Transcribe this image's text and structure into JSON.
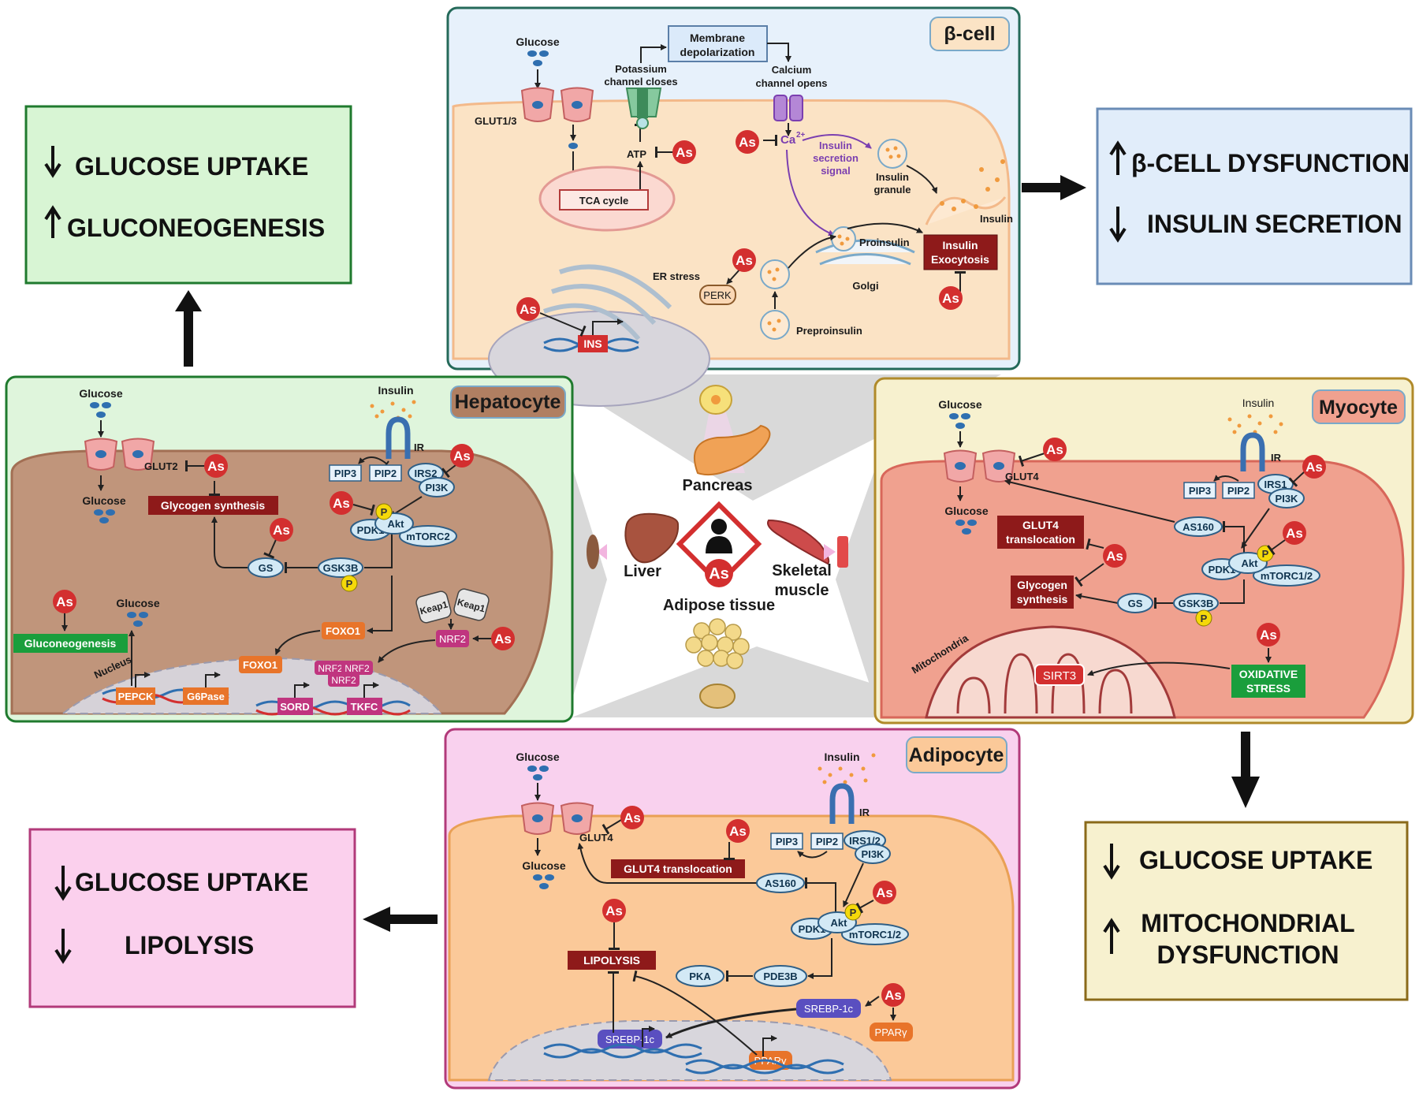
{
  "outcomes": {
    "liver": [
      "GLUCOSE UPTAKE",
      "GLUCONEOGENESIS"
    ],
    "beta": [
      "β-CELL DYSFUNCTION",
      "INSULIN SECRETION"
    ],
    "adipose": [
      "GLUCOSE UPTAKE",
      "LIPOLYSIS"
    ],
    "muscle": [
      "GLUCOSE UPTAKE",
      "MITOCHONDRIAL",
      "DYSFUNCTION"
    ]
  },
  "center": {
    "pancreas": "Pancreas",
    "liver": "Liver",
    "skeletal_muscle": [
      "Skeletal",
      "muscle"
    ],
    "adipose": "Adipose tissue",
    "as": "As"
  },
  "beta_cell": {
    "title": "β-cell",
    "glucose": "Glucose",
    "glut": "GLUT1/3",
    "membrane_depolarization": [
      "Membrane",
      "depolarization"
    ],
    "potassium": [
      "Potassium",
      "channel closes"
    ],
    "calcium": [
      "Calcium",
      "channel opens"
    ],
    "atp": "ATP",
    "ca": "Ca",
    "ca_sup": "2+",
    "insulin_signal": [
      "Insulin",
      "secretion",
      "signal"
    ],
    "insulin_granule": [
      "Insulin",
      "granule"
    ],
    "tca": "TCA cycle",
    "insulin": "Insulin",
    "proinsulin": "Proinsulin",
    "exocytosis": [
      "Insulin",
      "Exocytosis"
    ],
    "er_stress": "ER stress",
    "perk": "PERK",
    "golgi": "Golgi",
    "ins": "INS",
    "preproinsulin": "Preproinsulin"
  },
  "hepatocyte": {
    "title": "Hepatocyte",
    "glucose_top": "Glucose",
    "insulin": "Insulin",
    "ir": "IR",
    "glut2": "GLUT2",
    "glucose_in": "Glucose",
    "glycogen_synthesis": "Glycogen synthesis",
    "pip3": "PIP3",
    "pip2": "PIP2",
    "irs2": "IRS2",
    "pi3k": "PI3K",
    "pdk1": "PDK1",
    "akt": "Akt",
    "mtorc2": "mTORC2",
    "p": "P",
    "gs": "GS",
    "gsk3b": "GSK3B",
    "glucose_low": "Glucose",
    "gluconeogenesis": "Gluconeogenesis",
    "foxo1": "FOXO1",
    "keap1": "Keap1",
    "nrf2": "NRF2",
    "nucleus": "Nucleus",
    "pepck": "PEPCK",
    "g6pase": "G6Pase",
    "sord": "SORD",
    "tkfc": "TKFC"
  },
  "myocyte": {
    "title": "Myocyte",
    "glucose_top": "Glucose",
    "insulin": "Insulin",
    "ir": "IR",
    "glut4": "GLUT4",
    "glucose_in": "Glucose",
    "pip3": "PIP3",
    "pip2": "PIP2",
    "irs1": "IRS1",
    "pi3k": "PI3K",
    "as160": "AS160",
    "glut4_translocation": [
      "GLUT4",
      "translocation"
    ],
    "glycogen_synthesis": [
      "Glycogen",
      "synthesis"
    ],
    "pdk1": "PDK1",
    "akt": "Akt",
    "mtorc": "mTORC1/2",
    "p": "P",
    "gs": "GS",
    "gsk3b": "GSK3B",
    "mitochondria": "Mitochondria",
    "sirt3": "SIRT3",
    "oxidative_stress": [
      "OXIDATIVE",
      "STRESS"
    ]
  },
  "adipocyte": {
    "title": "Adipocyte",
    "glucose_top": "Glucose",
    "insulin": "Insulin",
    "ir": "IR",
    "glut4": "GLUT4",
    "glucose_in": "Glucose",
    "glut4_translocation": "GLUT4 translocation",
    "pip3": "PIP3",
    "pip2": "PIP2",
    "irs": "IRS1/2",
    "pi3k": "PI3K",
    "as160": "AS160",
    "pdk1": "PDK1",
    "akt": "Akt",
    "mtorc": "mTORC1/2",
    "p": "P",
    "lipolysis": "LIPOLYSIS",
    "pka": "PKA",
    "pde3b": "PDE3B",
    "srebp": "SREBP-1c",
    "ppar": "PPARγ"
  },
  "colors": {
    "as_red": "#d32f2f",
    "dark_red": "#8e1a1a",
    "oval_blue": "#d3e9f5",
    "orange_box": "#e8742a",
    "magenta_box": "#c0357f",
    "green_box": "#1a9e3c"
  }
}
